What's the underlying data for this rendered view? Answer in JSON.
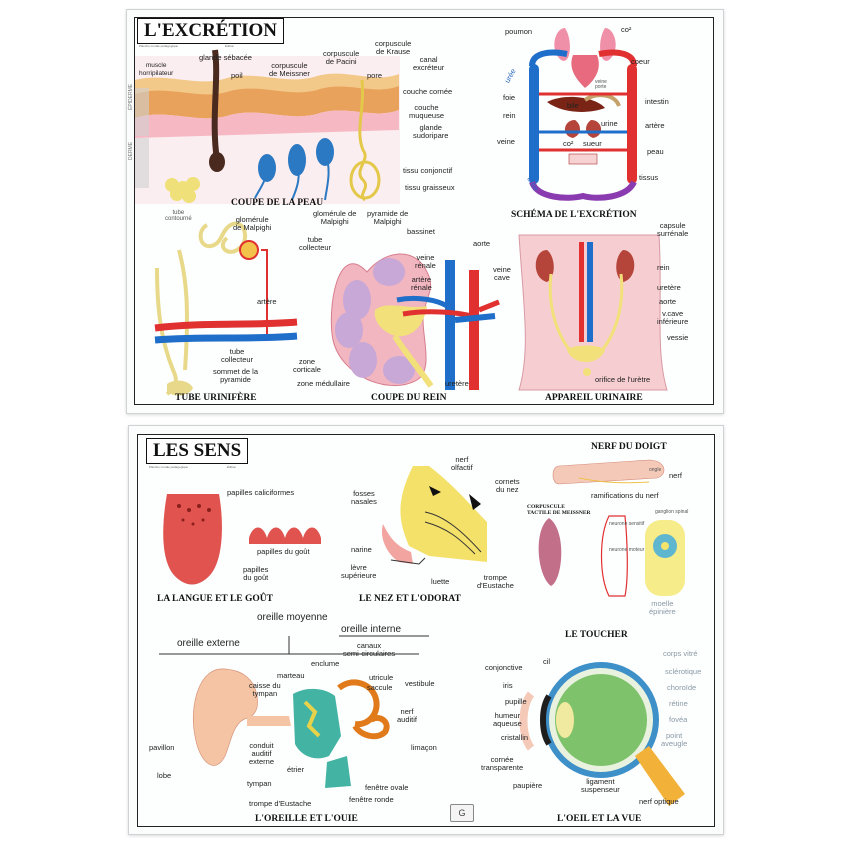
{
  "excretion": {
    "title": "L'EXCRÉTION",
    "subtitle": "Planche murale pédagogique",
    "edition": "Édition",
    "captions": {
      "peau": "COUPE DE LA PEAU",
      "schema": "SCHÉMA DE L'EXCRÉTION",
      "tube": "TUBE URINIFÈRE",
      "rein": "COUPE DU REIN",
      "appareil": "APPAREIL URINAIRE"
    },
    "peau_labels": {
      "muscle": "muscle\nhorripilateur",
      "glande_sebacee": "glande sébacée",
      "poil": "poil",
      "meissner": "corpuscule\nde Meissner",
      "pacini": "corpuscule\nde Pacini",
      "krause": "corpuscule\nde Krause",
      "pore": "pore",
      "canal": "canal\nexcréteur",
      "couche_cornee": "couche cornée",
      "couche_muqueuse": "couche\nmuqueuse",
      "glande_sudoripare": "glande\nsudoripare",
      "tissu_conjonctif": "tissu conjonctif",
      "tissu_graisseux": "tissu graisseux",
      "epiderme": "ÉPIDERME",
      "derme": "DERME"
    },
    "schema_labels": {
      "poumon": "poumon",
      "co2_top": "co²",
      "coeur": "coeur",
      "uree_top": "urée",
      "foie": "foie",
      "veine_porte": "veine\nporte",
      "bile": "bile",
      "intestin": "intestin",
      "rein": "rein",
      "urine": "urine",
      "artere": "artère",
      "veine": "veine",
      "co2_mid": "co²",
      "sueur": "sueur",
      "peau": "peau",
      "tissus": "tissus",
      "uree_bottom": "urée"
    },
    "tube_labels": {
      "tube_contourne": "tube\ncontourné",
      "glomerule": "glomérule\nde Malpighi",
      "artere": "artère",
      "tube_collecteur": "tube\ncollecteur",
      "sommet": "sommet de la\npyramide"
    },
    "rein_labels": {
      "glomerule": "glomérule de\nMalpighi",
      "pyramide": "pyramide de\nMalpighi",
      "tube_collecteur": "tube\ncollecteur",
      "bassinet": "bassinet",
      "veine_renale": "veine\nrénale",
      "artere_renale": "artère\nrénale",
      "aorte": "aorte",
      "veine_cave": "veine\ncave",
      "zone_corticale": "zone\ncorticale",
      "zone_medullaire": "zone médullaire",
      "uretere": "uretère"
    },
    "appareil_labels": {
      "capsule": "capsule\nsurrénale",
      "rein": "rein",
      "uretere": "uretère",
      "aorte": "aorte",
      "vcave": "v.cave\ninférieure",
      "vessie": "vessie",
      "orifice": "orifice de l'urètre"
    }
  },
  "sens": {
    "title": "LES SENS",
    "subtitle": "Planche murale pédagogique",
    "edition": "Édition",
    "logo": "G",
    "captions": {
      "langue": "LA LANGUE ET LE GOÛT",
      "nez": "LE NEZ ET L'ODORAT",
      "doigt": "NERF DU DOIGT",
      "meissner": "CORPUSCULE\nTACTILE DE MEISSNER",
      "toucher": "LE TOUCHER",
      "oreille": "L'OREILLE ET L'OUIE",
      "oeil": "L'OEIL ET LA VUE"
    },
    "langue_labels": {
      "caliciformes": "papilles caliciformes",
      "gout1": "papilles du goût",
      "gout2": "papilles\ndu goût"
    },
    "nez_labels": {
      "nerf_olfactif": "nerf\nolfactif",
      "fosses_nasales": "fosses\nnasales",
      "cornets": "cornets\ndu nez",
      "narine": "narine",
      "levre": "lèvre\nsupérieure",
      "luette": "luette",
      "trompe": "trompe\nd'Eustache"
    },
    "toucher_labels": {
      "ongle": "ongle",
      "nerf": "nerf",
      "ramifications": "ramifications du nerf",
      "ganglion": "ganglion spinal",
      "neurone_sensitif": "neurone sensitif",
      "neurone_moteur": "neurone moteur",
      "moelle": "moelle\népinière"
    },
    "oreille_labels": {
      "moyenne": "oreille moyenne",
      "externe": "oreille externe",
      "interne": "oreille interne",
      "enclume": "enclume",
      "marteau": "marteau",
      "caisse": "caisse du\ntympan",
      "canaux": "canaux\nsemi-circulaires",
      "utricule": "utricule",
      "saccule": "saccule",
      "vestibule": "vestibule",
      "nerf_auditif": "nerf\nauditif",
      "limacon": "limaçon",
      "pavillon": "pavillon",
      "conduit": "conduit\nauditif\nexterne",
      "lobe": "lobe",
      "etrier": "étrier",
      "tympan": "tympan",
      "fenetre_ovale": "fenêtre ovale",
      "fenetre_ronde": "fenêtre ronde",
      "trompe": "trompe d'Eustache"
    },
    "oeil_labels": {
      "cil": "cil",
      "conjonctive": "conjonctive",
      "iris": "iris",
      "pupille": "pupille",
      "humeur": "humeur\naqueuse",
      "cristallin": "cristallin",
      "cornee": "cornée\ntransparente",
      "paupiere": "paupière",
      "ligament": "ligament\nsuspenseur",
      "corps_vitre": "corps vitré",
      "sclerotique": "sclérotique",
      "choroide": "choroïde",
      "retine": "rétine",
      "fovea": "fovéa",
      "point_aveugle": "point\naveugle",
      "nerf_optique": "nerf optique"
    }
  }
}
